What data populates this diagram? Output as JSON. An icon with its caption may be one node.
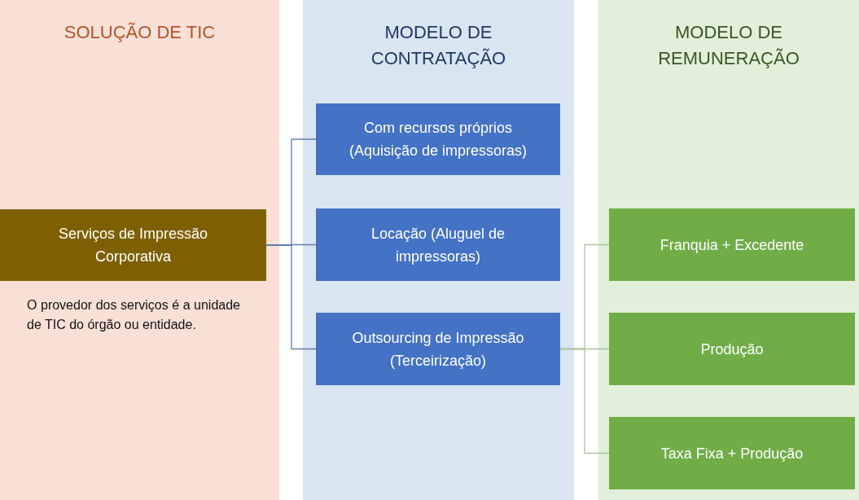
{
  "diagram": {
    "nodes": [
      {
        "text": [
          "SOLUÇÃO DE TIC"
        ]
      },
      {
        "text": [
          "Serviços de Impressão Corporativa"
        ],
        "in": 0,
        "beside": [
          "O provedor dos serviços é a unidade de TIC do órgão ou entidade."
        ]
      },
      {
        "text": [
          "MODELO DE CONTRATAÇÃO"
        ]
      },
      {
        "text": [
          "Com recursos próprios (Aquisição de impressoras)"
        ],
        "in": 2
      },
      {
        "text": [
          "Locação (Aluguel de impressoras)"
        ],
        "in": 2
      },
      {
        "text": [
          "Outsourcing de Impressão (Terceirização)"
        ],
        "in": 2
      },
      {
        "text": [
          "MODELO DE REMUNERAÇÃO"
        ]
      },
      {
        "text": [
          "Franquia + Excedente"
        ],
        "in": 6
      },
      {
        "text": [
          "Produção"
        ],
        "in": 6
      },
      {
        "text": [
          "Taxa Fixa + Produção"
        ],
        "in": 6
      }
    ],
    "edges": [
      {
        "from": 1,
        "to": 3,
        "arrow": "none"
      },
      {
        "from": 1,
        "to": 4,
        "arrow": "none"
      },
      {
        "from": 1,
        "to": 5,
        "arrow": "none"
      },
      {
        "from": 5,
        "to": 7,
        "arrow": "none",
        "color": "#a9c49a"
      },
      {
        "from": 5,
        "to": 8,
        "arrow": "none",
        "color": "#a9c49a"
      },
      {
        "from": 5,
        "to": 9,
        "arrow": "none",
        "color": "#a9c49a"
      }
    ]
  }
}
